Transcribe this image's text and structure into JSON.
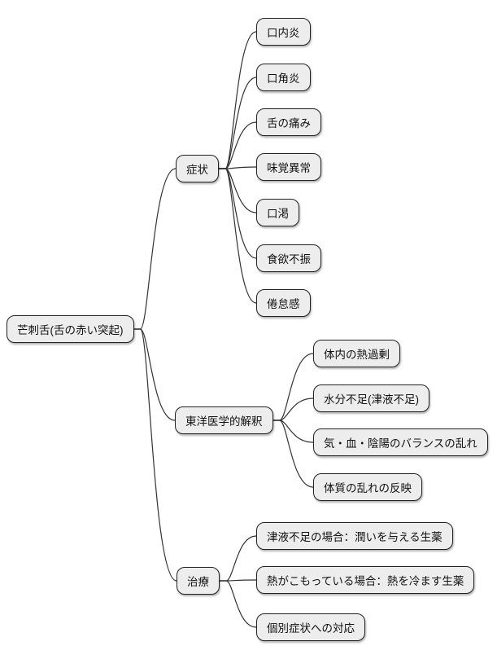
{
  "colors": {
    "background": "#ffffff",
    "node_fill": "#ededed",
    "node_border": "#222222",
    "link": "#333333",
    "text": "#111111"
  },
  "mindmap": {
    "root": {
      "label": "芒刺舌(舌の赤い突起)"
    },
    "branches": [
      {
        "label": "症状",
        "children": [
          {
            "label": "口内炎"
          },
          {
            "label": "口角炎"
          },
          {
            "label": "舌の痛み"
          },
          {
            "label": "味覚異常"
          },
          {
            "label": "口渇"
          },
          {
            "label": "食欲不振"
          },
          {
            "label": "倦怠感"
          }
        ]
      },
      {
        "label": "東洋医学的解釈",
        "children": [
          {
            "label": "体内の熱過剰"
          },
          {
            "label": "水分不足(津液不足)"
          },
          {
            "label": "気・血・陰陽のバランスの乱れ"
          },
          {
            "label": "体質の乱れの反映"
          }
        ]
      },
      {
        "label": "治療",
        "children": [
          {
            "label": "津液不足の場合：潤いを与える生薬"
          },
          {
            "label": "熱がこもっている場合：熱を冷ます生薬"
          },
          {
            "label": "個別症状への対応"
          }
        ]
      }
    ]
  }
}
